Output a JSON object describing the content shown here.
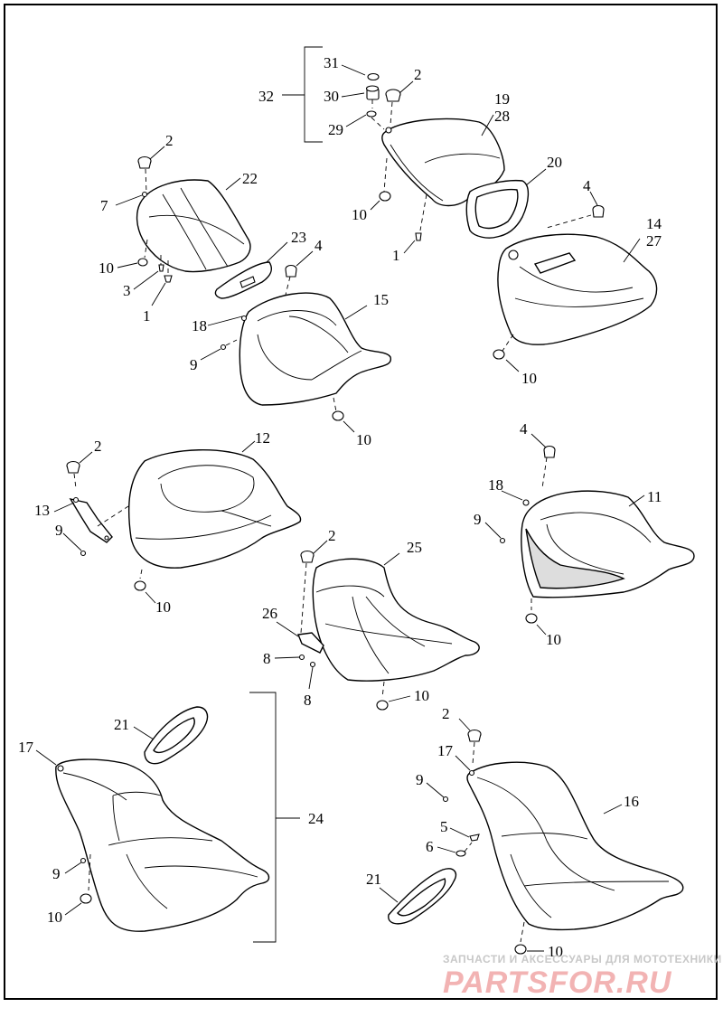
{
  "diagram": {
    "callouts": {
      "c31": "31",
      "c30": "30",
      "c29": "29",
      "c32": "32",
      "c2_top": "2",
      "c19": "19",
      "c28": "28",
      "c20": "20",
      "c10_a": "10",
      "c1_a": "1",
      "c4_a": "4",
      "c14": "14",
      "c27": "27",
      "c10_b": "10",
      "c2_b": "2",
      "c22": "22",
      "c7": "7",
      "c10_c": "10",
      "c3": "3",
      "c1_b": "1",
      "c23": "23",
      "c4_b": "4",
      "c15": "15",
      "c18_a": "18",
      "c9_a": "9",
      "c10_d": "10",
      "c2_c": "2",
      "c12": "12",
      "c13": "13",
      "c9_b": "9",
      "c10_e": "10",
      "c4_c": "4",
      "c18_b": "18",
      "c11": "11",
      "c9_c": "9",
      "c10_f": "10",
      "c2_d": "2",
      "c25": "25",
      "c26": "26",
      "c8_a": "8",
      "c8_b": "8",
      "c10_g": "10",
      "c21_a": "21",
      "c17_a": "17",
      "c24": "24",
      "c9_d": "9",
      "c10_h": "10",
      "c2_e": "2",
      "c17_b": "17",
      "c9_e": "9",
      "c16": "16",
      "c5": "5",
      "c6": "6",
      "c21_b": "21",
      "c10_i": "10"
    }
  },
  "watermark": {
    "tagline": "ЗАПЧАСТИ И АКСЕССУАРЫ ДЛЯ МОТОТЕХНИКИ",
    "logo": "PARTSFOR.RU"
  }
}
